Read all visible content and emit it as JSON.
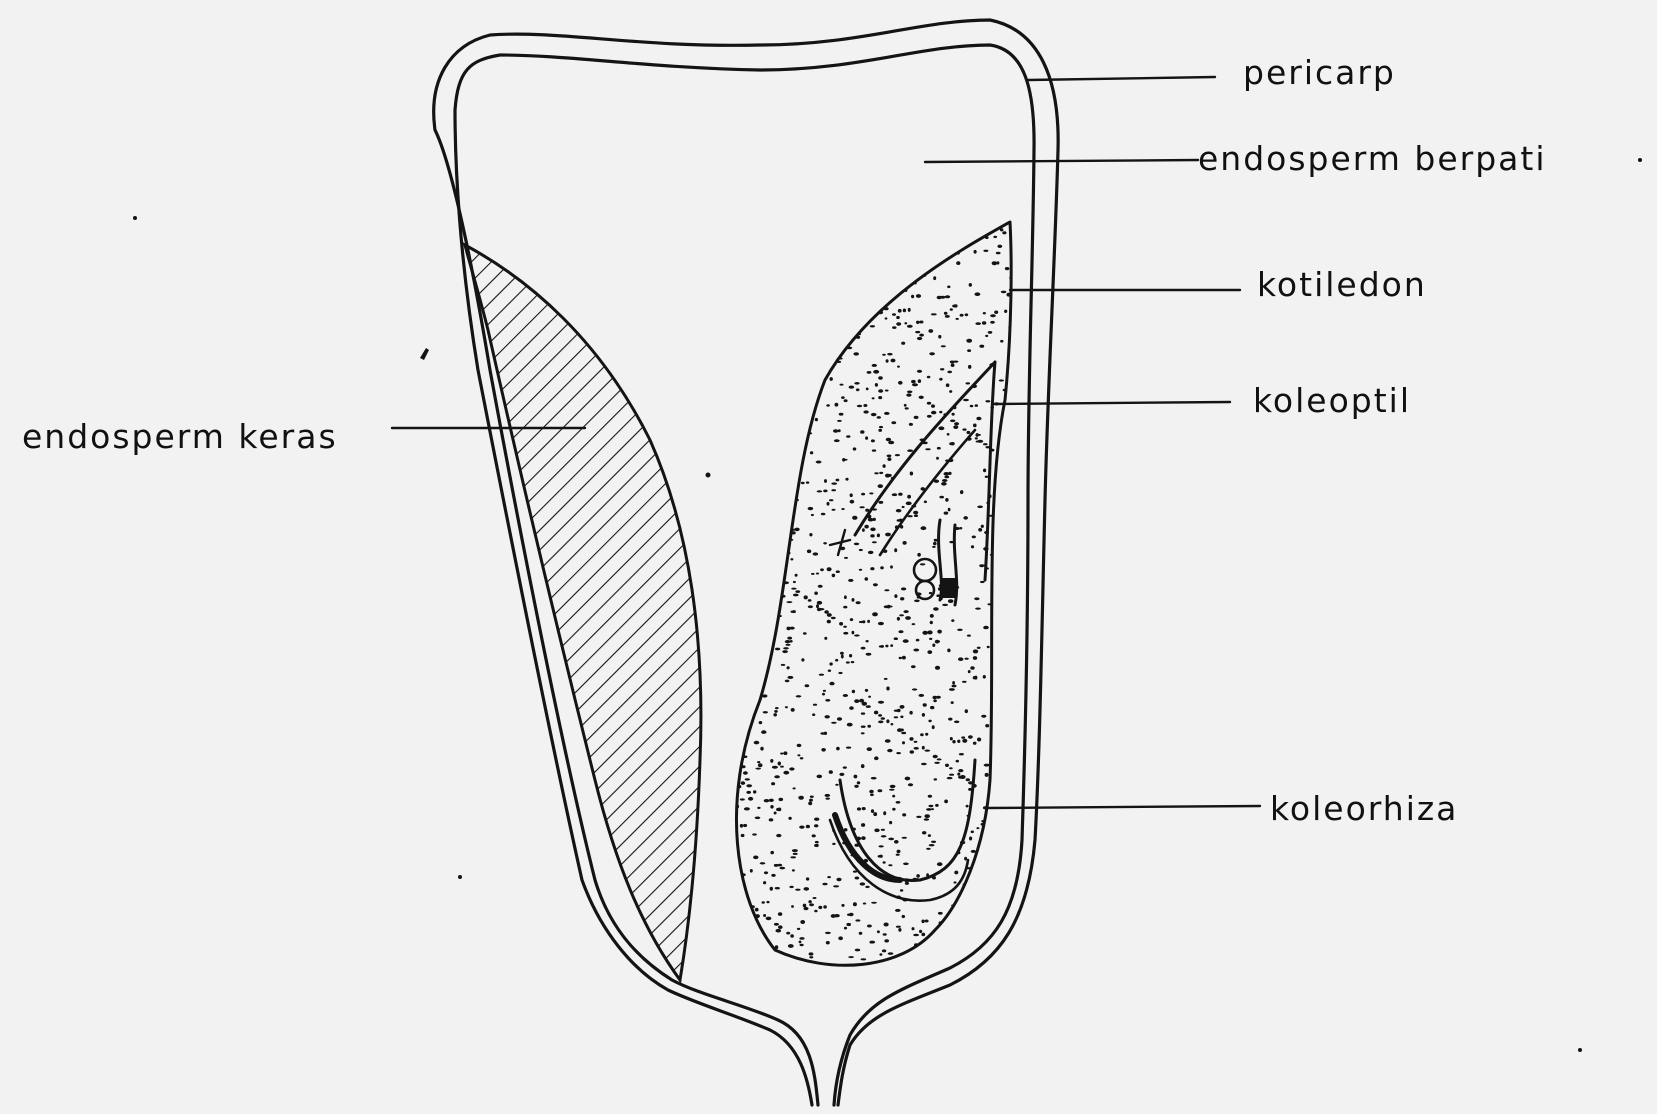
{
  "diagram": {
    "labels": {
      "pericarp": "pericarp",
      "endosperm_berpati": "endosperm berpati",
      "kotiledon": "kotiledon",
      "koleoptil": "koleoptil",
      "endosperm_keras": "endosperm keras",
      "koleorhiza": "koleorhiza"
    },
    "colors": {
      "ink": "#141414",
      "paper": "#f2f2f2"
    }
  }
}
